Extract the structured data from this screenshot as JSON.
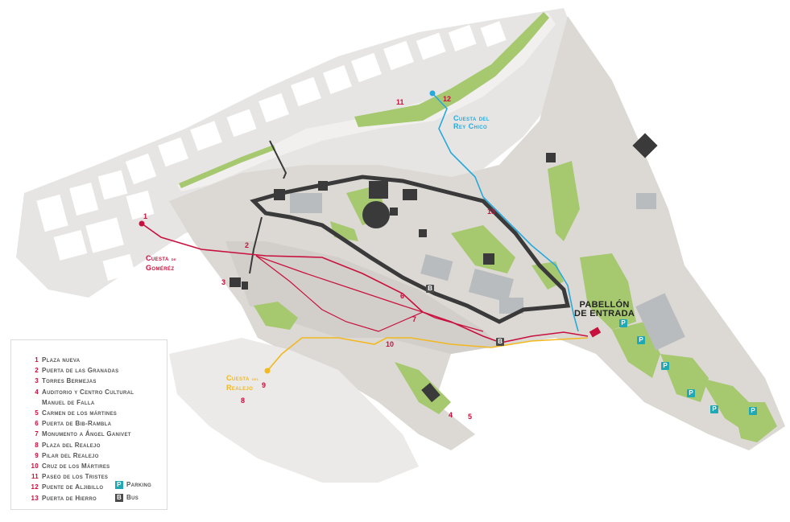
{
  "colors": {
    "ground": "#dcd9d5",
    "ground_dark": "#cfcbc6",
    "building": "#ffffff",
    "green": "#a6c86f",
    "fortress": "#3a3a3a",
    "roof_grey": "#b9bcbf",
    "route_red": "#c8103e",
    "route_blue": "#27a9dc",
    "route_yellow": "#f2b820",
    "parking": "#20a9b5",
    "bus": "#4a4a4a"
  },
  "map_labels": {
    "pabellon_line1": "PABELLÓN",
    "pabellon_line2": "DE ENTRADA",
    "gomerez_line1_main": "Cuesta",
    "gomerez_line1_small": "de",
    "gomerez_line2": "Goméréz",
    "rey_chico_line1": "Cuesta del",
    "rey_chico_line2": "Rey Chico",
    "realejo_line1_main": "Cuesta",
    "realejo_line1_small": "del",
    "realejo_line2": "Realejo"
  },
  "map_numbers": [
    "1",
    "2",
    "3",
    "4",
    "5",
    "6",
    "7",
    "8",
    "9",
    "10",
    "11",
    "12",
    "13"
  ],
  "badges": {
    "parking": "P",
    "bus": "B"
  },
  "legend": {
    "items": [
      {
        "num": "1",
        "label": "Plaza nueva"
      },
      {
        "num": "2",
        "label": "Puerta de las Granadas"
      },
      {
        "num": "3",
        "label": "Torres Bermejas"
      },
      {
        "num": "4",
        "label": "Auditorio y Centro Cultural"
      },
      {
        "num": "",
        "label": "Manuel de Falla"
      },
      {
        "num": "5",
        "label": "Carmen de los mártines"
      },
      {
        "num": "6",
        "label": "Puerta de Bib-Rambla"
      },
      {
        "num": "7",
        "label": "Monumento a Ángel Ganivet"
      },
      {
        "num": "8",
        "label": "Plaza del Realejo"
      },
      {
        "num": "9",
        "label": "Pilar del Realejo"
      },
      {
        "num": "10",
        "label": "Cruz de los Mártires"
      },
      {
        "num": "11",
        "label": "Paseo de los Tristes"
      },
      {
        "num": "12",
        "label": "Puente de Aljibillo"
      },
      {
        "num": "13",
        "label": "Puerta de Hierro"
      }
    ],
    "keys": [
      {
        "symbol": "P",
        "label": "Parking"
      },
      {
        "symbol": "B",
        "label": "Bus"
      }
    ]
  }
}
